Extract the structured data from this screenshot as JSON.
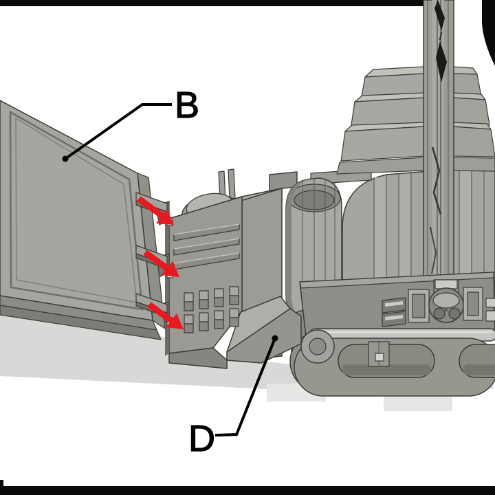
{
  "scene": {
    "background_color": "#ffffff",
    "frame_color": "#0a0a0a",
    "arrow_color": "#e8191f",
    "outline_color": "#3c3b37",
    "model_color": "#a6a59f",
    "shadow_color": "#d8d8d6",
    "label_color": "#000000"
  },
  "labels": {
    "panel": "B",
    "hinge_block": "D"
  },
  "annotations": {
    "arrow_count": 3
  }
}
